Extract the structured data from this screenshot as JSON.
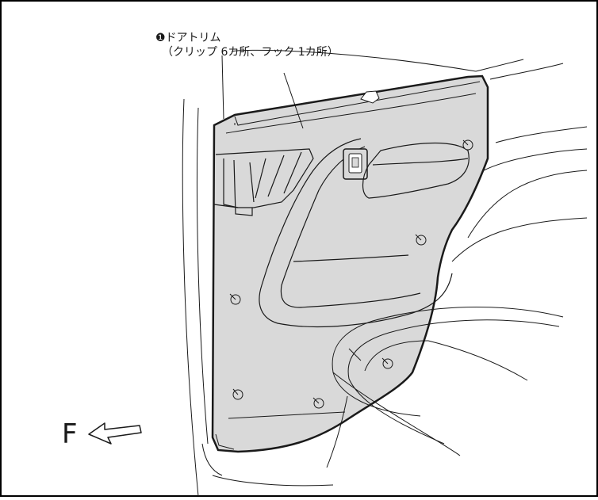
{
  "callout": {
    "part_name": "❶ドアトリム",
    "fasteners": "（クリップ 6カ所、フック 1カ所）"
  },
  "direction": {
    "letter": "F"
  },
  "colors": {
    "trim_fill": "#d9d9d9",
    "line": "#1a1a1a",
    "frame": "#000000",
    "background": "#ffffff"
  },
  "icons": {
    "clip": "clip-circle-icon",
    "arrow": "front-arrow-icon"
  }
}
